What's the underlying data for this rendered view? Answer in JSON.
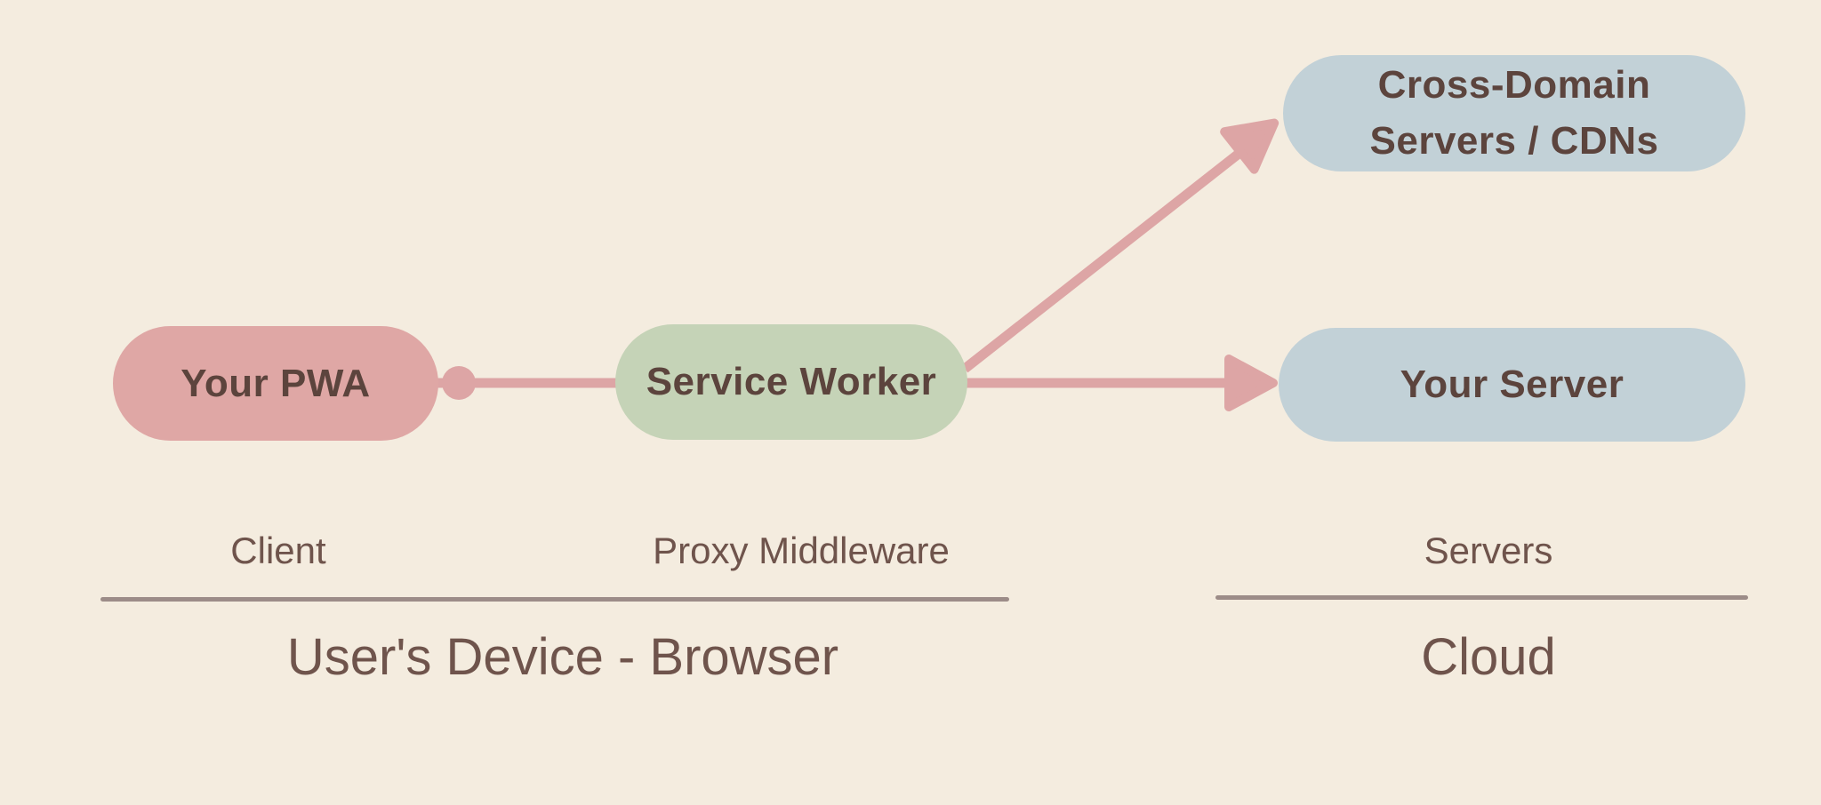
{
  "colors": {
    "background": "#f4ecdf",
    "rose": "#dfa7a5",
    "green": "#c5d3b7",
    "blue": "#c2d1d7",
    "arrow": "#dda5a5",
    "divider": "#9c8c88",
    "pill_text": "#5c443d",
    "label_text": "#6f544c"
  },
  "diagram": {
    "nodes": {
      "your_pwa": {
        "label": "Your PWA"
      },
      "service_worker": {
        "label": "Service Worker"
      },
      "cross_domain": {
        "lines": [
          "Cross-Domain",
          "Servers / CDNs"
        ]
      },
      "your_server": {
        "label": "Your Server"
      }
    },
    "connections": [
      {
        "from": "Your PWA",
        "to": "Service Worker",
        "style": "line with dot at Your PWA end"
      },
      {
        "from": "Service Worker",
        "to": "Cross-Domain Servers / CDNs",
        "style": "arrow"
      },
      {
        "from": "Service Worker",
        "to": "Your Server",
        "style": "arrow"
      }
    ],
    "column_labels": {
      "client": "Client",
      "proxy_middleware": "Proxy Middleware",
      "servers": "Servers"
    },
    "group_labels": {
      "device": "User's Device - Browser",
      "cloud": "Cloud"
    }
  }
}
